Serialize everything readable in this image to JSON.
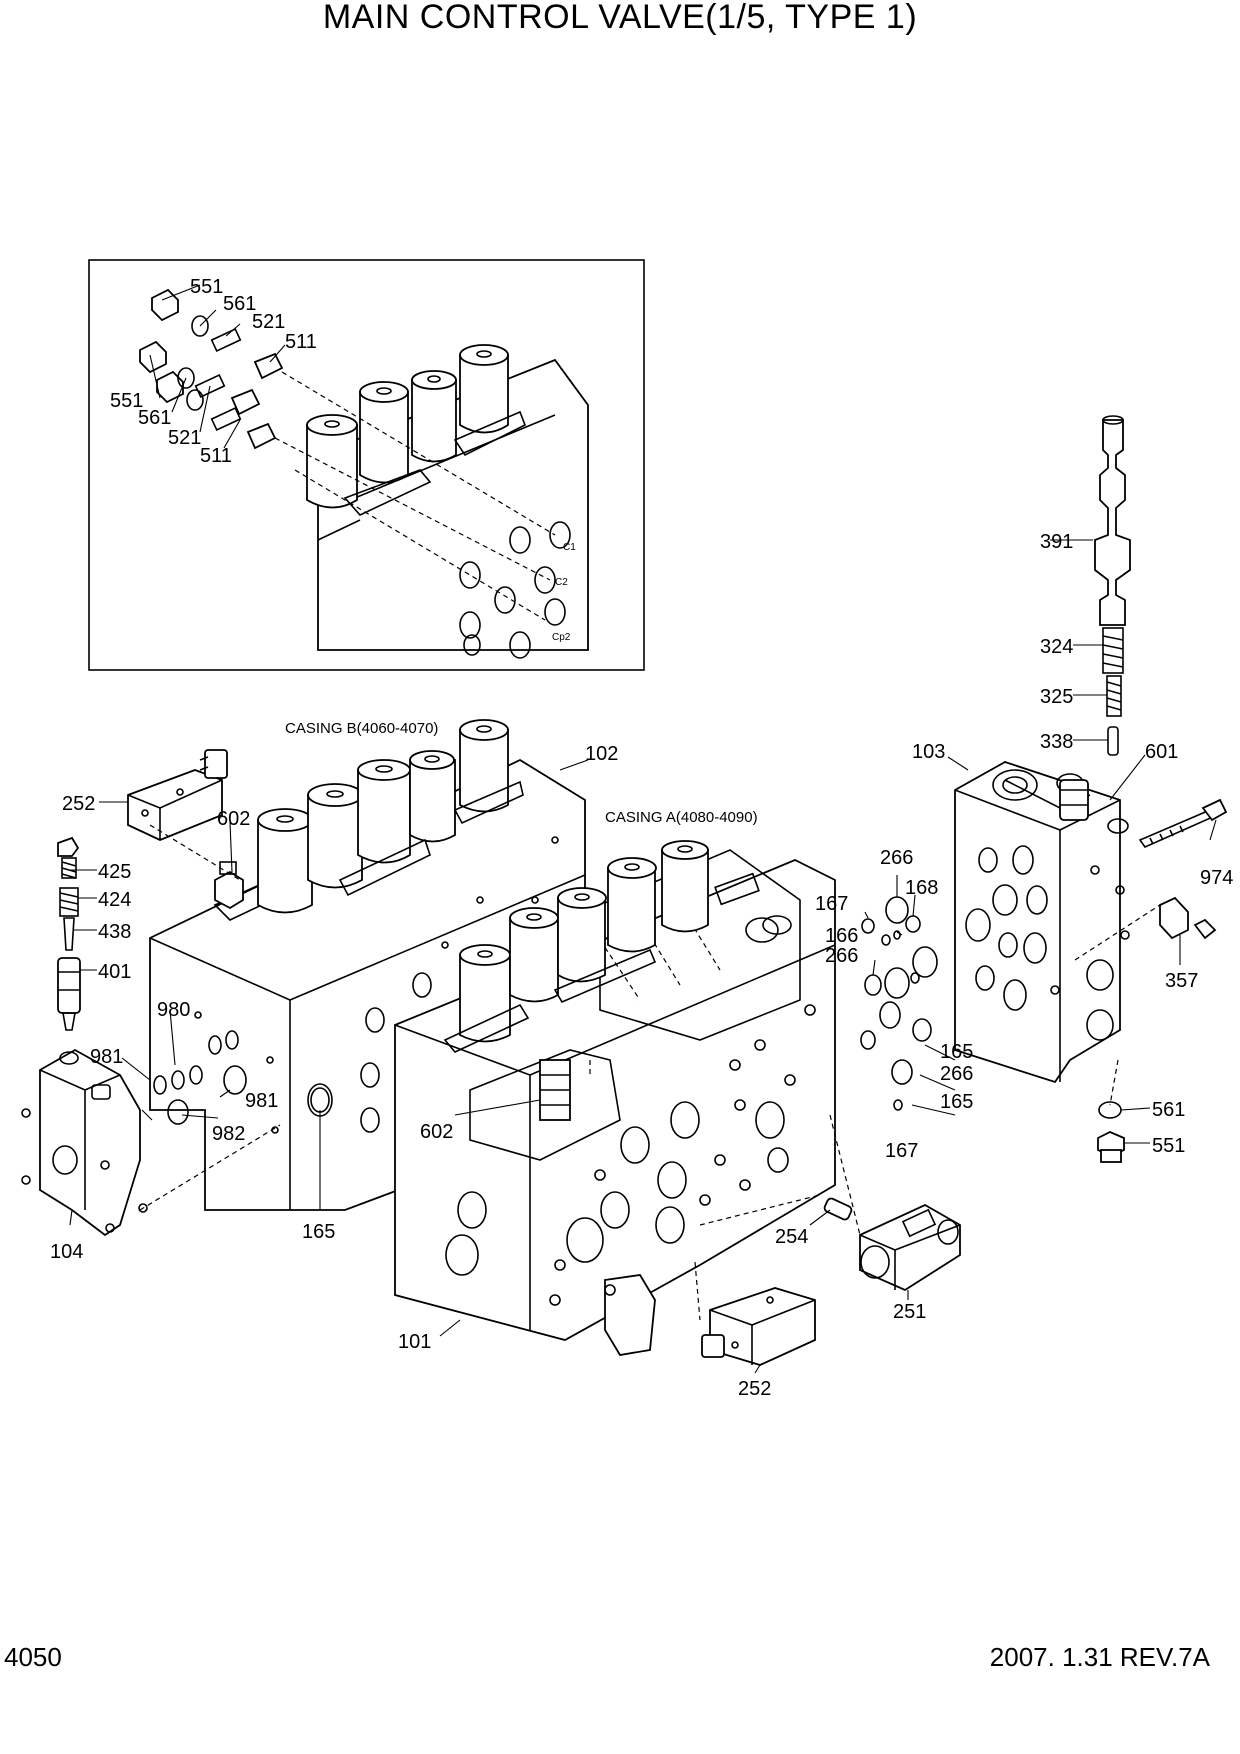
{
  "title": "MAIN CONTROL VALVE(1/5, TYPE 1)",
  "footer": {
    "page_number": "4050",
    "revision": "2007. 1.31 REV.7A"
  },
  "notes": {
    "casing_b": "CASING B(4060-4070)",
    "casing_a": "CASING A(4080-4090)"
  },
  "inset_ports": {
    "c1": "C1",
    "c2": "C2",
    "cp2": "Cp2"
  },
  "callouts": {
    "inset_551_a": "551",
    "inset_561_a": "561",
    "inset_521_a": "521",
    "inset_511_a": "511",
    "inset_551_b": "551",
    "inset_561_b": "561",
    "inset_521_b": "521",
    "inset_511_b": "511",
    "p391": "391",
    "p324": "324",
    "p325": "325",
    "p338": "338",
    "p103": "103",
    "p601": "601",
    "p974": "974",
    "p357": "357",
    "p561": "561",
    "p551": "551",
    "p266_a": "266",
    "p168": "168",
    "p167_a": "167",
    "p166": "166",
    "p266_b": "266",
    "p165_a": "165",
    "p266_c": "266",
    "p165_b": "165",
    "p167_b": "167",
    "p102": "102",
    "p252_a": "252",
    "p602_a": "602",
    "p425": "425",
    "p424": "424",
    "p438": "438",
    "p401": "401",
    "p980": "980",
    "p981_a": "981",
    "p981_b": "981",
    "p982": "982",
    "p104": "104",
    "p165_c": "165",
    "p602_b": "602",
    "p101": "101",
    "p254": "254",
    "p251": "251",
    "p252_b": "252"
  }
}
